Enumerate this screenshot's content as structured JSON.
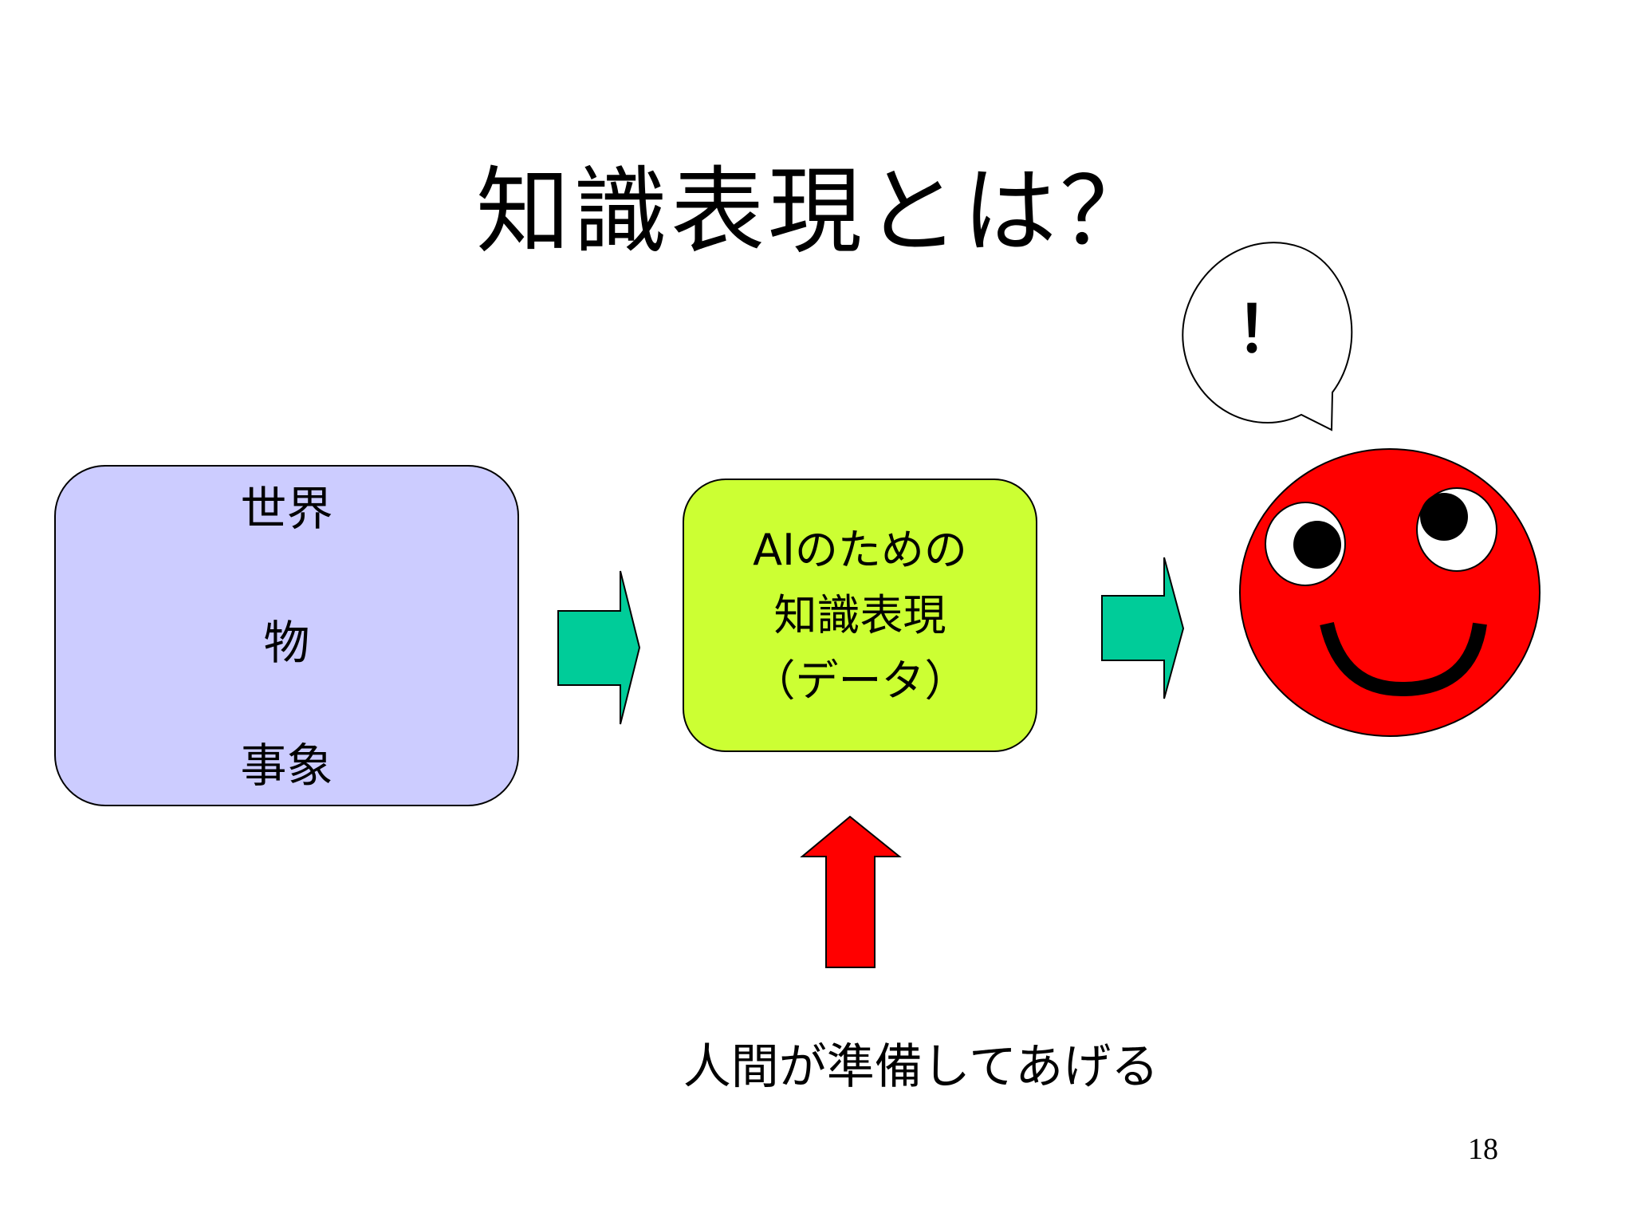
{
  "slide": {
    "title": "知識表現とは？",
    "page_number": "18"
  },
  "world_box": {
    "lines": [
      "世界",
      "物",
      "事象"
    ],
    "fill": "#ccccff"
  },
  "data_box": {
    "lines": [
      "AIのための",
      "知識表現",
      "（データ）"
    ],
    "fill": "#ccff33"
  },
  "arrows": {
    "right_arrow_color": "#00cc99",
    "up_arrow_color": "#ff0000"
  },
  "speech_bubble": {
    "text": "！"
  },
  "smiley": {
    "face_color": "#ff0000",
    "eye_color": "#ffffff",
    "pupil_color": "#000000"
  },
  "caption": "人間が準備してあげる"
}
